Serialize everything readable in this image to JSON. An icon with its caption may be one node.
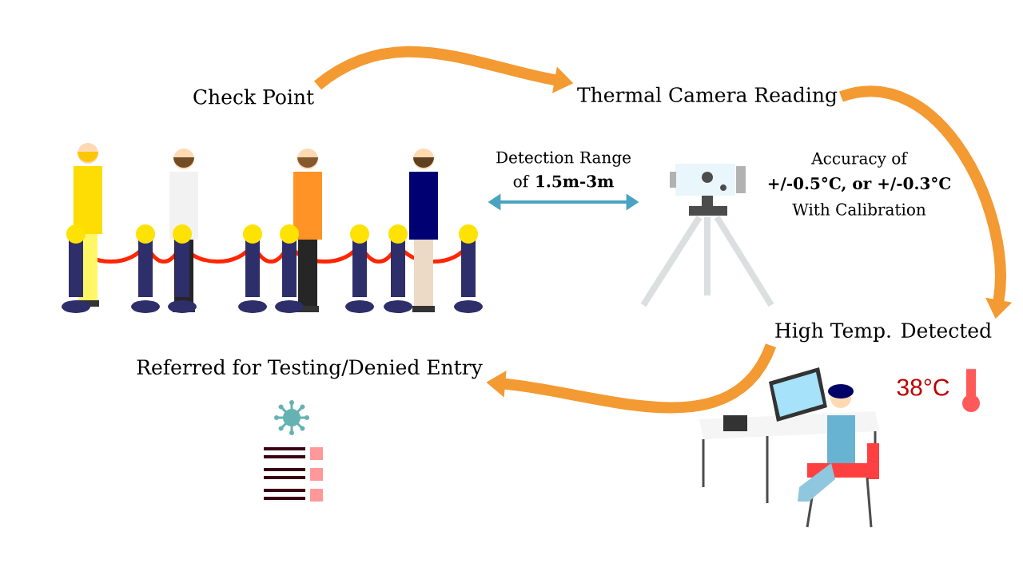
{
  "diagram": {
    "nodes": [
      {
        "text": [
          "Check Point"
        ]
      },
      {
        "text": [
          "Thermal Camera Reading"
        ]
      },
      {
        "text": [
          "High Temp. Detected"
        ]
      },
      {
        "text": [
          "Referred for Testing/Denied Entry"
        ]
      },
      {
        "text": [],
        "shape": "picture"
      },
      {
        "text": [],
        "shape": "picture",
        "beside": [
          "Accuracy of",
          "+/-0.5°C, or +/-0.3°C",
          "With Calibration"
        ]
      }
    ],
    "edges": [
      {
        "from": 0,
        "to": 1,
        "arrow": "to"
      },
      {
        "from": 1,
        "to": 2,
        "arrow": "to"
      },
      {
        "from": 2,
        "to": 3,
        "arrow": "to"
      },
      {
        "from": 4,
        "to": 5,
        "arrow": "both",
        "label": "Detection Range of **1.5m-3m**",
        "color": "#4aa3c0"
      }
    ],
    "labels": [
      "38°C"
    ]
  }
}
